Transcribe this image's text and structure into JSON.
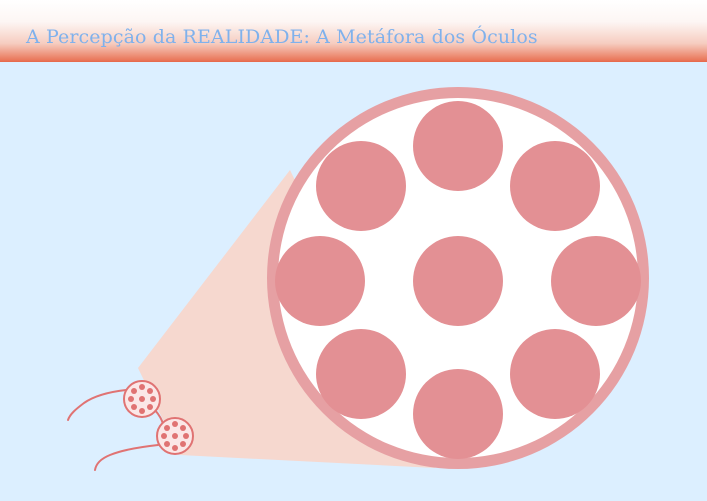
{
  "header": {
    "title": "A Percepção da REALIDADE: A Metáfora dos Óculos"
  },
  "colors": {
    "background": "#dcefff",
    "title_text": "#7fb1ec",
    "header_accent": "#e5674a",
    "lens_ring": "#e6979b",
    "lens_dot": "#e39094",
    "magnify_beam": "#f6d8cf",
    "frame_stroke": "#e07373"
  },
  "illustration": {
    "subject": "glasses",
    "magnified_lens_dot_count": 9,
    "small_lens_count": 2
  }
}
